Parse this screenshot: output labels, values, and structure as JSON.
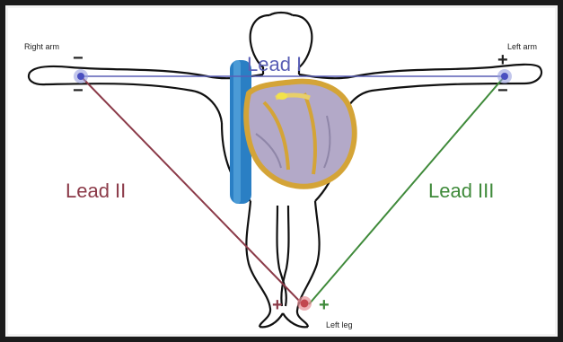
{
  "labels": {
    "right_arm": "Right arm",
    "left_arm": "Left arm",
    "left_leg": "Left leg",
    "lead_1": "Lead I",
    "lead_2": "Lead II",
    "lead_3": "Lead III"
  },
  "signs": {
    "right_arm_top": "−",
    "right_arm_bottom": "−",
    "left_arm_top": "+",
    "left_arm_bottom": "−",
    "leg_left": "+",
    "leg_right": "+"
  },
  "colors": {
    "lead_1": "#5a5fb5",
    "lead_2": "#8b3a48",
    "lead_3": "#3f8a3a",
    "electrode": "#4a4fc0",
    "leg_electrode": "#c2474f",
    "heart_vessel": "#2a7fc4",
    "heart_tissue": "#d4a437"
  }
}
